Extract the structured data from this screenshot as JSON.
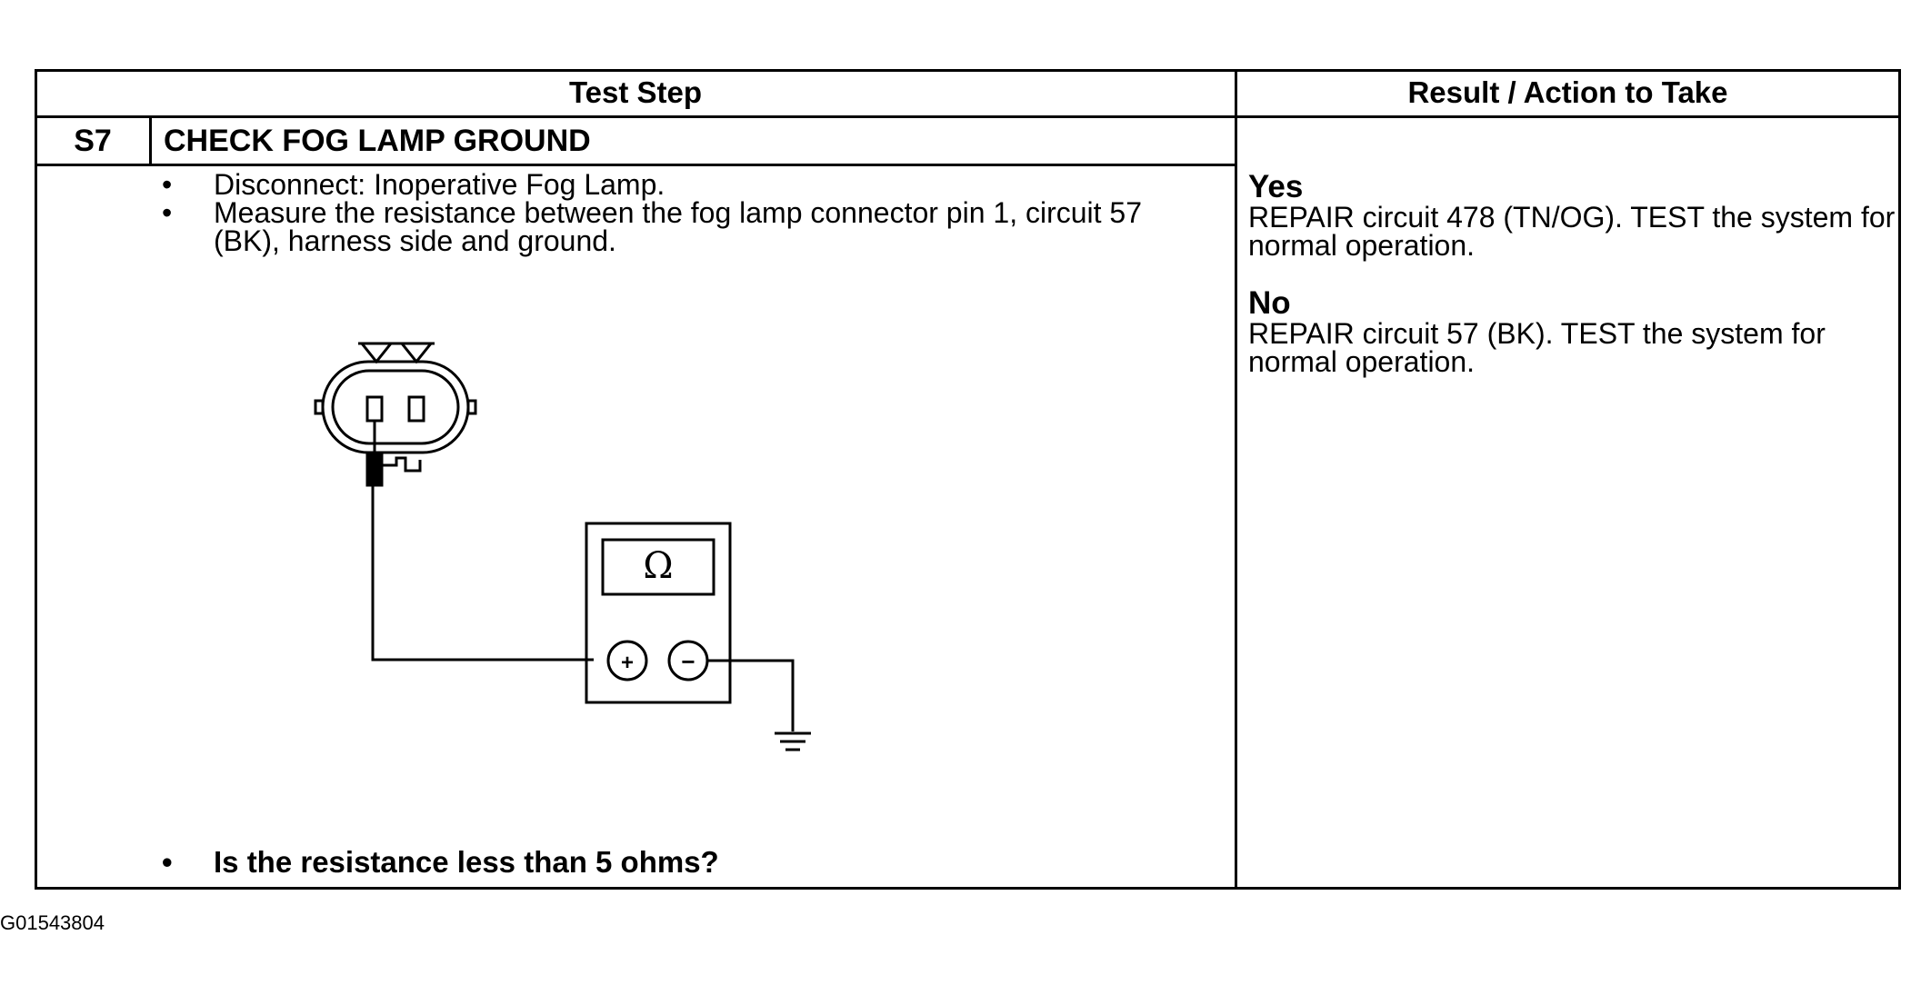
{
  "table": {
    "header_left": "Test Step",
    "header_right": "Result / Action to Take",
    "step_code": "S7",
    "step_title": "CHECK FOG LAMP GROUND"
  },
  "instructions": [
    {
      "bullet": "•",
      "text": "Disconnect: Inoperative Fog Lamp."
    },
    {
      "bullet": "•",
      "text": "Measure the resistance between the fog lamp connector pin 1, circuit 57 (BK), harness side and ground."
    }
  ],
  "question": {
    "bullet": "•",
    "text": "Is the resistance less than 5 ohms?"
  },
  "results": [
    {
      "label": "Yes",
      "text": "REPAIR circuit 478 (TN/OG). TEST the system for normal operation."
    },
    {
      "label": "No",
      "text": "REPAIR circuit 57 (BK). TEST the system for normal operation."
    }
  ],
  "diagram": {
    "meter_symbol": "Ω",
    "plus_symbol": "+",
    "minus_symbol": "−",
    "icons": [
      "connector-icon",
      "ohmmeter-icon",
      "ground-symbol-icon"
    ]
  },
  "figure_id": "G01543804"
}
